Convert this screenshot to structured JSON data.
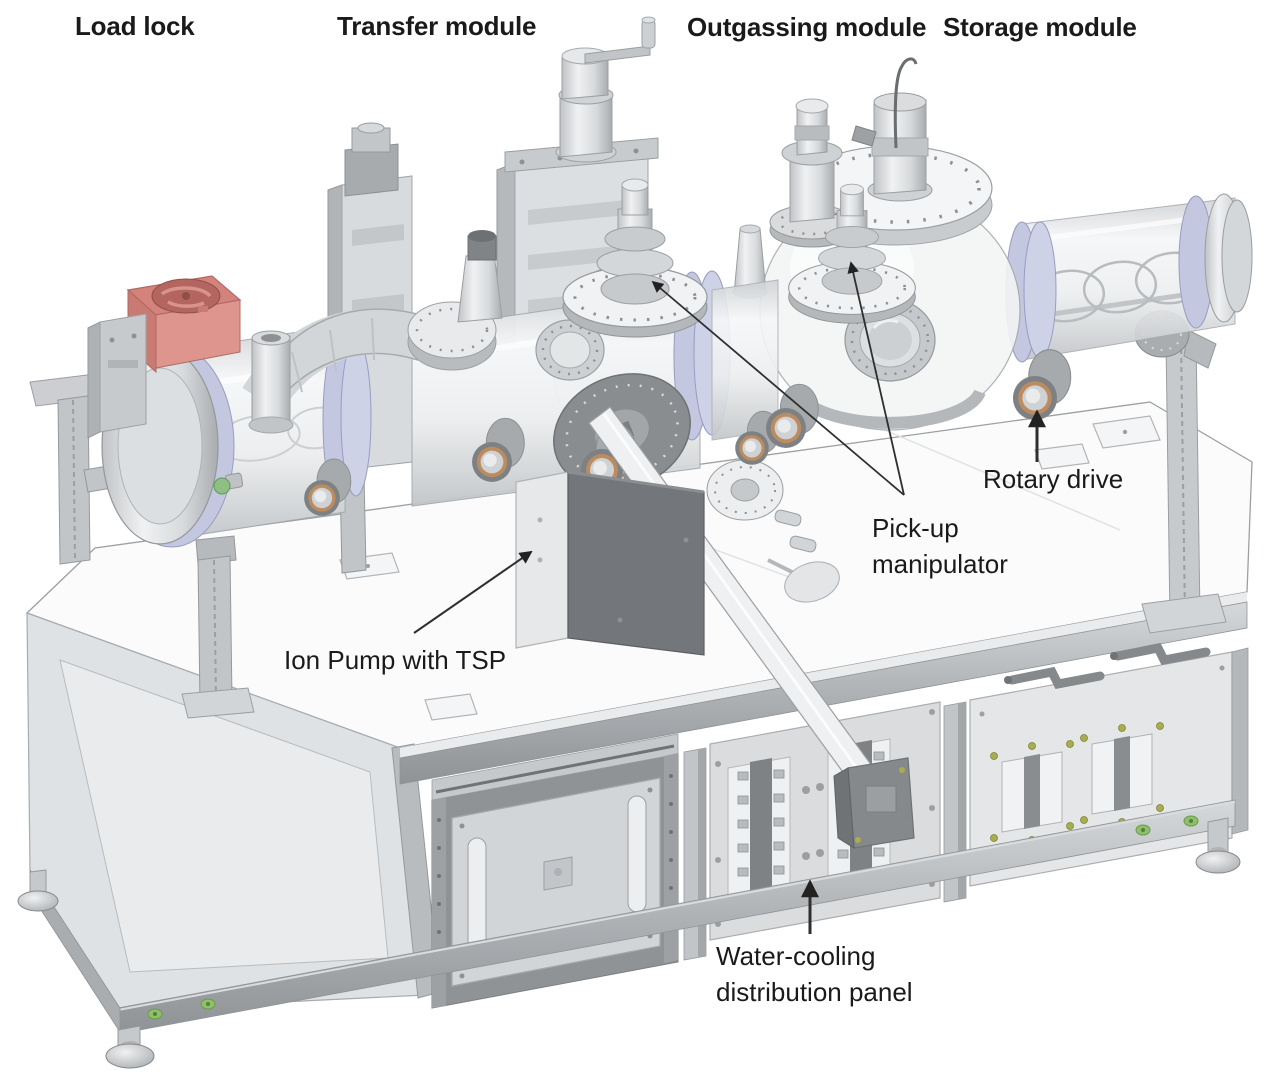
{
  "figure": {
    "description": "CAD rendering of a four-module ultra-high-vacuum transfer system mounted on a support frame table",
    "background": "#ffffff"
  },
  "module_titles": {
    "load_lock": "Load lock",
    "transfer_module": "Transfer module",
    "outgassing_module": "Outgassing module",
    "storage_module": "Storage module"
  },
  "callouts": {
    "rotary_drive": "Rotary drive",
    "pickup_manipulator": [
      "Pick-up",
      "manipulator"
    ],
    "ion_pump": "Ion Pump with TSP",
    "water_cooling": [
      "Water-cooling",
      "distribution panel"
    ]
  },
  "colors": {
    "text": "#1a1a1a",
    "leader_line": "#2f2f2f",
    "pump_red_top": "#d4837c",
    "pump_red_front": "#dd958d",
    "pump_red_side": "#c97a73",
    "flange_lavender": "#c3c7e0",
    "flange_lavender_light": "#ced2e7",
    "flange_lavender_edge": "#989dc2",
    "copper_ring": "#bd8c5e",
    "green_led": "#8fbf6a",
    "green_valve": "#8fbf85",
    "screw_yellow": "#a8ad4e",
    "panel_dark": "#73767a",
    "metal_light": "#e9ebec",
    "metal_mid": "#c6c9cb",
    "metal_dark": "#8a8e91"
  }
}
